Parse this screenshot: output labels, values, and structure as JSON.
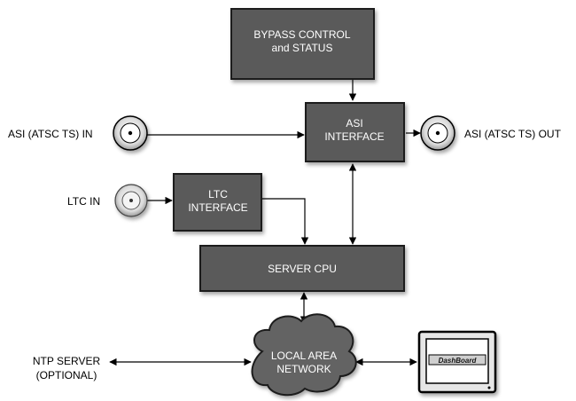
{
  "blocks": {
    "bypass": {
      "line1": "BYPASS CONTROL",
      "line2": "and STATUS"
    },
    "asi": {
      "line1": "ASI",
      "line2": "INTERFACE"
    },
    "ltc": {
      "line1": "LTC",
      "line2": "INTERFACE"
    },
    "cpu": {
      "line1": "SERVER CPU"
    },
    "network": {
      "line1": "LOCAL AREA",
      "line2": "NETWORK"
    }
  },
  "labels": {
    "asi_in": "ASI (ATSC TS) IN",
    "asi_out": "ASI (ATSC TS) OUT",
    "ltc_in": "LTC IN",
    "ntp_line1": "NTP SERVER",
    "ntp_line2": "(OPTIONAL)"
  },
  "monitor": {
    "screen_text": "DashBoard"
  },
  "colors": {
    "block_fill": "#5a5a5a",
    "block_border": "#1e1e1e",
    "cloud_fill": "#646464"
  }
}
